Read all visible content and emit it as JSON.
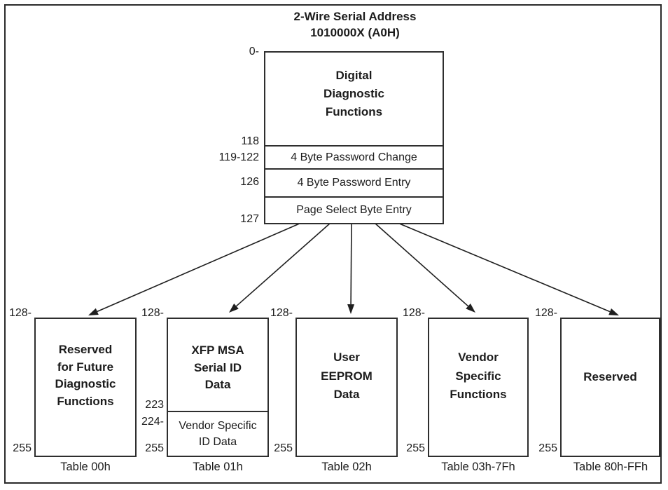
{
  "colors": {
    "ink": "#1c1c1c",
    "background": "#ffffff"
  },
  "title": {
    "line1": "2-Wire Serial Address",
    "line2": "1010000X (A0H)"
  },
  "main_box": {
    "address_labels": {
      "start": "0-",
      "ddf_end": "118",
      "password_change": "119-122",
      "password_entry": "126",
      "page_select": "127"
    },
    "sections": {
      "ddf_line1": "Digital",
      "ddf_line2": "Diagnostic",
      "ddf_line3": "Functions",
      "password_change": "4 Byte Password Change",
      "password_entry": "4 Byte Password Entry",
      "page_select": "Page Select Byte Entry"
    }
  },
  "tables": [
    {
      "caption": "Table 00h",
      "address_top": "128-",
      "address_bottom": "255",
      "lines": [
        "Reserved",
        "for Future",
        "Diagnostic",
        "Functions"
      ]
    },
    {
      "caption": "Table 01h",
      "address_top": "128-",
      "address_mid_end": "223",
      "address_mid_start": "224-",
      "address_bottom": "255",
      "lines": [
        "XFP MSA",
        "Serial ID",
        "Data"
      ],
      "sub_section_lines": [
        "Vendor Specific",
        "ID Data"
      ]
    },
    {
      "caption": "Table 02h",
      "address_top": "128-",
      "address_bottom": "255",
      "lines": [
        "User",
        "EEPROM",
        "Data"
      ]
    },
    {
      "caption": "Table 03h-7Fh",
      "address_top": "128-",
      "address_bottom": "255",
      "lines": [
        "Vendor",
        "Specific",
        "Functions"
      ]
    },
    {
      "caption": "Table 80h-FFh",
      "address_top": "128-",
      "address_bottom": "255",
      "lines": [
        "Reserved"
      ]
    }
  ]
}
